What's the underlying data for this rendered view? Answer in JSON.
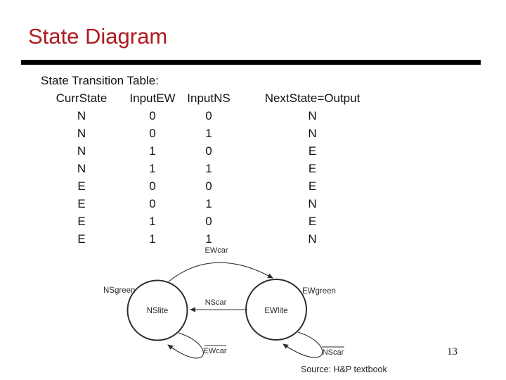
{
  "slide": {
    "title": "State Diagram",
    "page_number": "13",
    "source": "Source: H&P textbook"
  },
  "colors": {
    "title_red": "#b01b1e",
    "rule_black": "#000000",
    "diagram_stroke": "#2d2d2d"
  },
  "table": {
    "caption": "State Transition Table:",
    "headers": [
      "CurrState",
      "InputEW",
      "InputNS",
      "NextState=Output"
    ],
    "rows": [
      [
        "N",
        "0",
        "0",
        "N"
      ],
      [
        "N",
        "0",
        "1",
        "N"
      ],
      [
        "N",
        "1",
        "0",
        "E"
      ],
      [
        "N",
        "1",
        "1",
        "E"
      ],
      [
        "E",
        "0",
        "0",
        "E"
      ],
      [
        "E",
        "0",
        "1",
        "N"
      ],
      [
        "E",
        "1",
        "0",
        "E"
      ],
      [
        "E",
        "1",
        "1",
        "N"
      ]
    ]
  },
  "diagram": {
    "states": [
      {
        "id": "NSlite",
        "label": "NSlite",
        "outer_label": "NSgreen"
      },
      {
        "id": "EWlite",
        "label": "EWlite",
        "outer_label": "EWgreen"
      }
    ],
    "transitions": [
      {
        "from": "NSlite",
        "to": "EWlite",
        "label": "EWcar",
        "negated": false
      },
      {
        "from": "EWlite",
        "to": "NSlite",
        "label": "NScar",
        "negated": false
      },
      {
        "from": "NSlite",
        "to": "NSlite",
        "label": "EWcar",
        "negated": true
      },
      {
        "from": "EWlite",
        "to": "EWlite",
        "label": "NScar",
        "negated": true
      }
    ]
  }
}
